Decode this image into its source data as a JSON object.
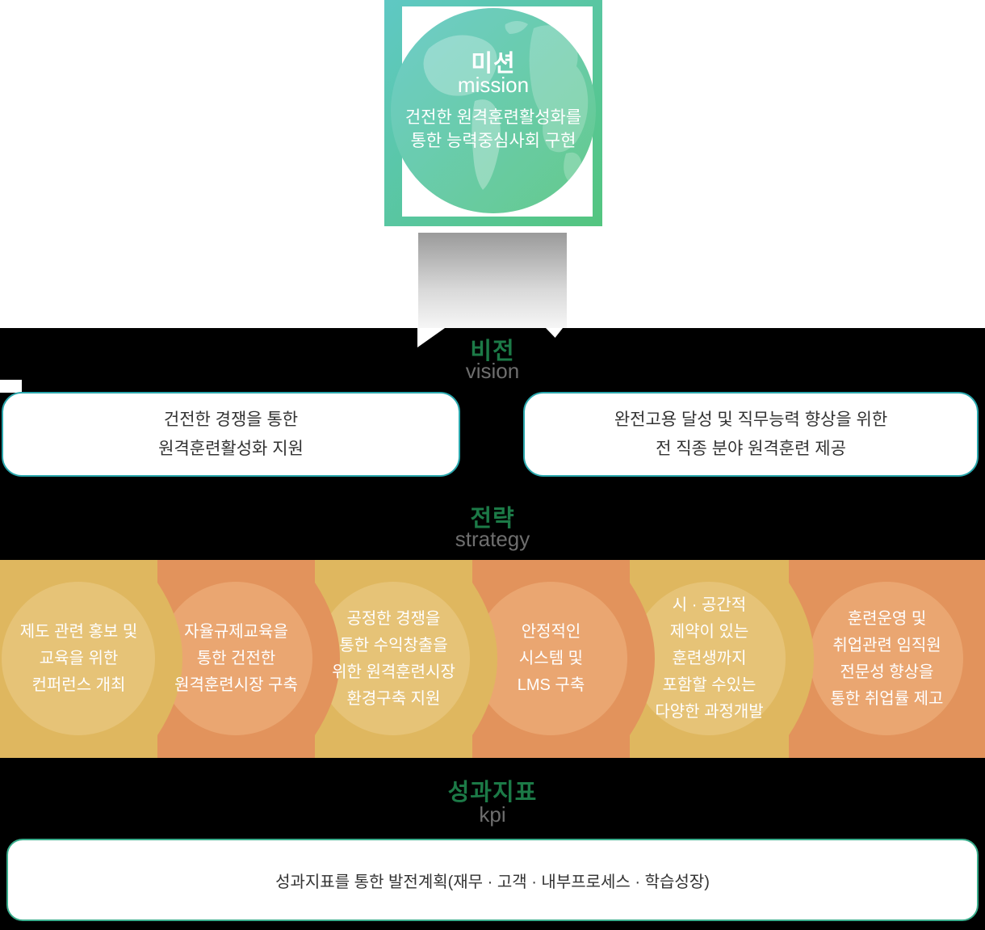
{
  "mission": {
    "title": "미션",
    "subtitle": "mission",
    "body": "건전한 원격훈련활성화를\n통한 능력중심사회 구현"
  },
  "vision": {
    "title": "비전",
    "subtitle": "vision",
    "boxes": [
      "건전한 경쟁을 통한\n원격훈련활성화 지원",
      "완전고용 달성 및 직무능력 향상을 위한\n전 직종 분야 원격훈련 제공"
    ]
  },
  "strategy": {
    "title": "전략",
    "subtitle": "strategy",
    "items": [
      {
        "tone": "yellow",
        "text": "제도 관련 홍보 및\n교육을 위한\n컨퍼런스 개최"
      },
      {
        "tone": "orange",
        "text": "자율규제교육을\n통한 건전한\n원격훈련시장 구축"
      },
      {
        "tone": "yellow",
        "text": "공정한 경쟁을\n통한 수익창출을\n위한 원격훈련시장\n환경구축 지원"
      },
      {
        "tone": "orange",
        "text": "안정적인\n시스템 및\nLMS 구축"
      },
      {
        "tone": "yellow",
        "text": "시 · 공간적\n제약이 있는\n훈련생까지\n포함할 수있는\n다양한 과정개발"
      },
      {
        "tone": "orange",
        "text": "훈련운영 및\n취업관련 임직원\n전문성 향상을\n통한 취업률 제고"
      }
    ]
  },
  "kpi": {
    "title": "성과지표",
    "subtitle": "kpi",
    "summary": "성과지표를 통한 발전계획(재무 · 고객 · 내부프로세스 · 학습성장)"
  },
  "colors": {
    "accent_green": "#1c7a47",
    "subtitle_gray": "#6e6e6e",
    "band_yellow": "#dfb75f",
    "band_yellow_light": "#e6c377",
    "band_orange": "#e2935c",
    "band_orange_light": "#eaa671",
    "vision_box_border": "#2aa7ad",
    "kpi_box_border": "#3aad8c",
    "globe_teal": "#5fc8c4",
    "globe_green": "#53c57f"
  }
}
